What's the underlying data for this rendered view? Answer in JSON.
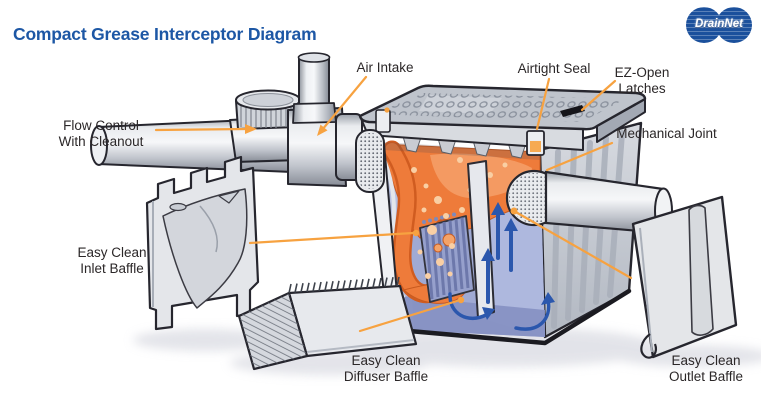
{
  "header": {
    "title": "Compact Grease Interceptor Diagram",
    "logo_text": "DrainNet"
  },
  "labels": {
    "air_intake": "Air Intake",
    "airtight_seal": "Airtight Seal",
    "ez_open_line1": "EZ-Open",
    "ez_open_line2": "Latches",
    "flow_control_line1": "Flow Control",
    "flow_control_line2": "With Cleanout",
    "mechanical_joint": "Mechanical Joint",
    "inlet_baffle_line1": "Easy Clean",
    "inlet_baffle_line2": "Inlet Baffle",
    "diffuser_baffle_line1": "Easy Clean",
    "diffuser_baffle_line2": "Diffuser Baffle",
    "outlet_baffle_line1": "Easy Clean",
    "outlet_baffle_line2": "Outlet Baffle"
  },
  "colors": {
    "title_blue": "#1d57a5",
    "logo_blue": "#1b509c",
    "leader_orange": "#f7a240",
    "grease_orange": "#ee7b3a",
    "water_periwinkle": "#a0aad3",
    "flow_arrow_blue": "#2b57ad"
  }
}
